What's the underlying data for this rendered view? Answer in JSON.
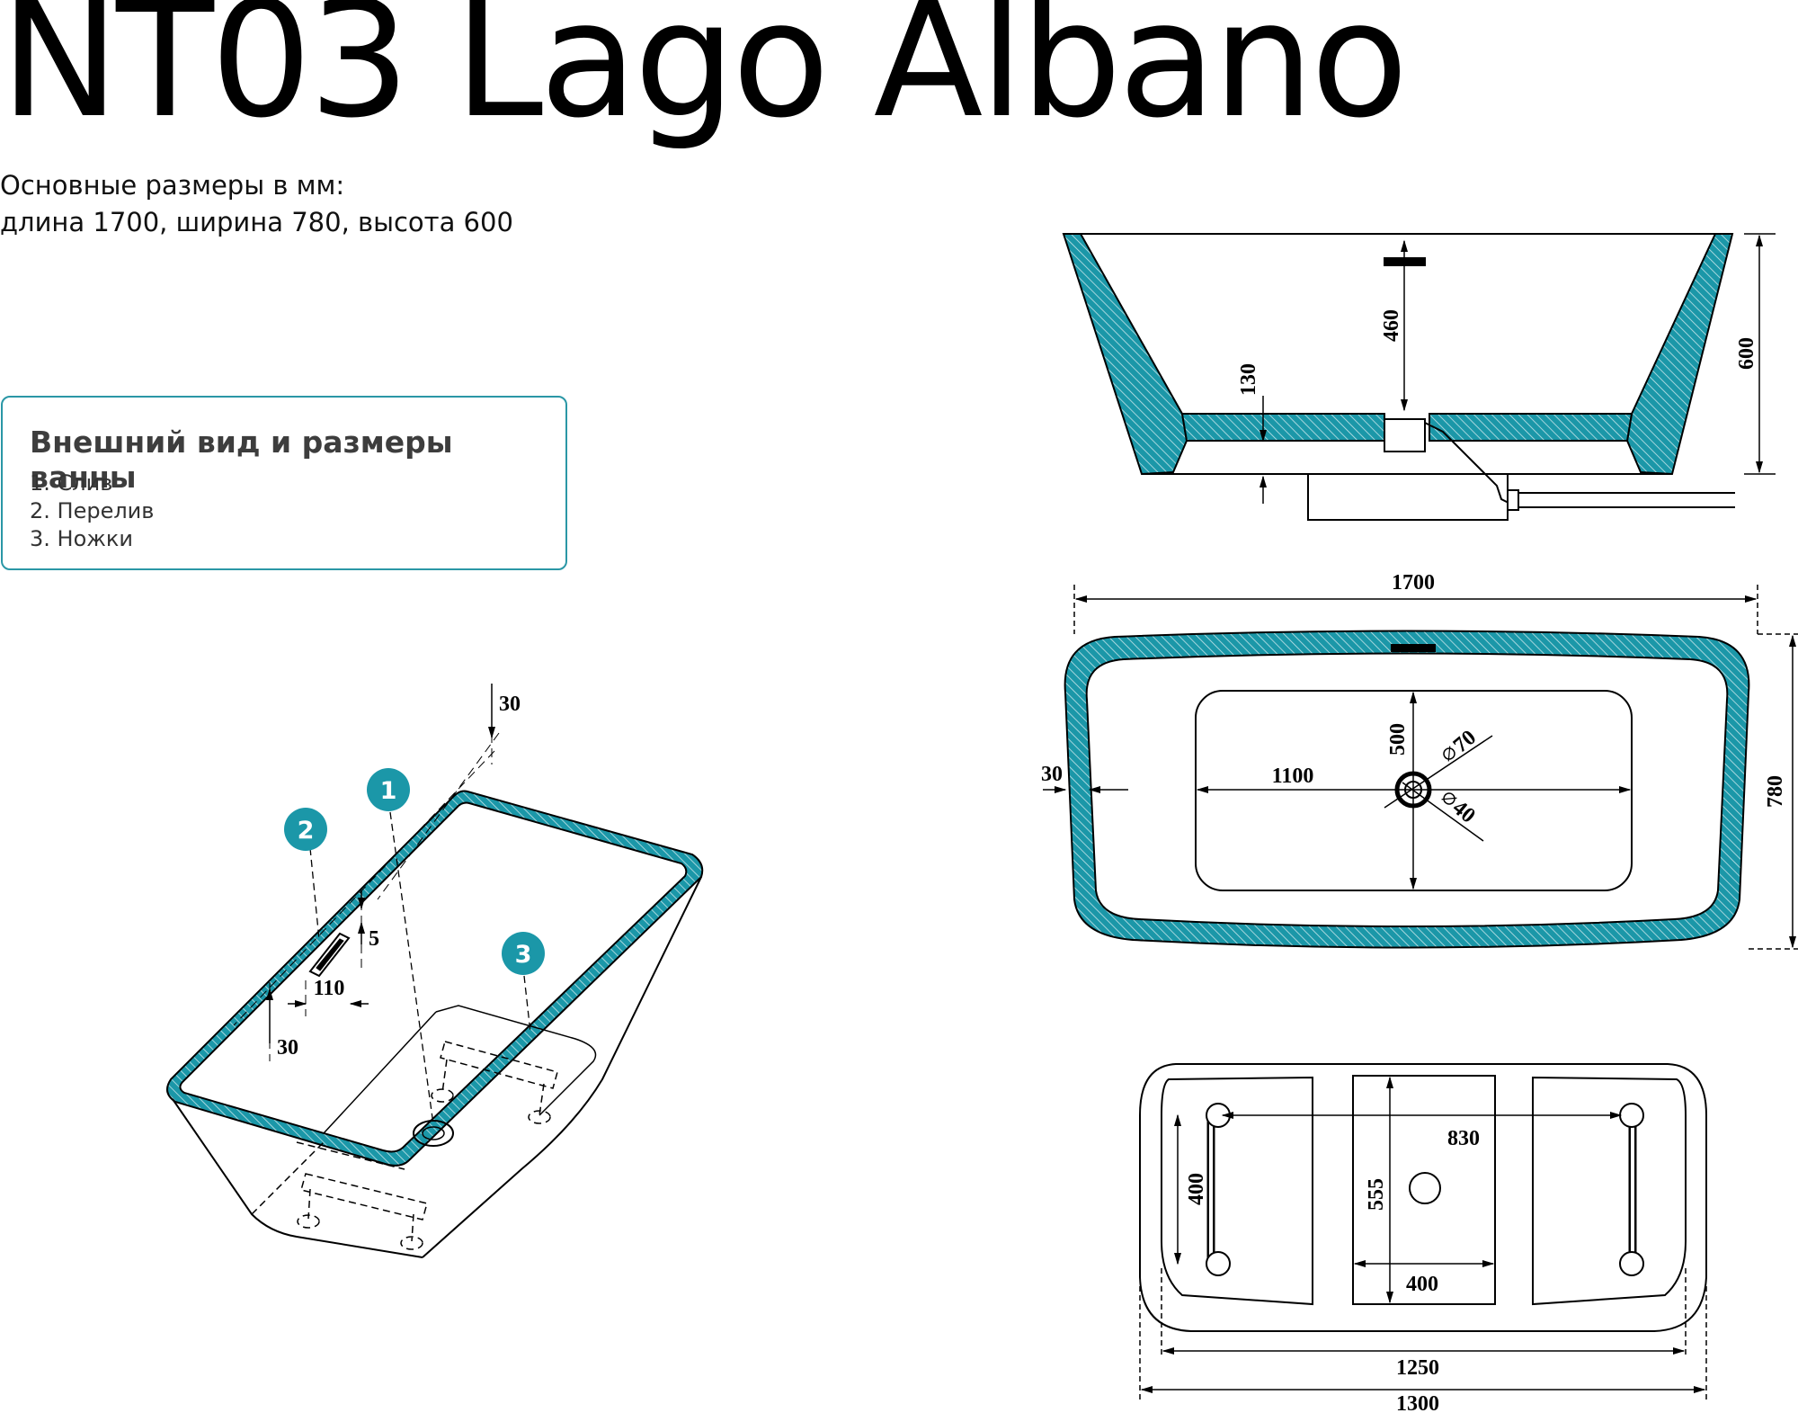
{
  "header": {
    "title": "NT03 Lago Albano",
    "subtitle_line1": "Основные размеры в мм:",
    "subtitle_line2": "длина 1700, ширина 780, высота 600"
  },
  "info_box": {
    "heading": "Внешний вид и размеры ванны",
    "items": [
      "1. Слив",
      "2. Перелив",
      "3. Ножки"
    ]
  },
  "colors": {
    "accent": "#1b97a8",
    "box_border": "#2a97a6",
    "line": "#000000"
  },
  "perspective_view": {
    "markers": [
      "1",
      "2",
      "3"
    ],
    "dims": {
      "top_offset": "30",
      "overflow_gap": "5",
      "overflow_width": "110",
      "rim_offset": "30"
    }
  },
  "side_view": {
    "dims": {
      "height": "600",
      "inner_depth": "460",
      "base_height": "130"
    }
  },
  "top_view": {
    "dims": {
      "length": "1700",
      "width": "780",
      "rim": "30",
      "inner_length": "1100",
      "inner_width": "500",
      "drain_outer": "70",
      "drain_inner": "40"
    }
  },
  "bottom_view": {
    "dims": {
      "leg_spacing": "830",
      "leg_length": "400",
      "center_height": "555",
      "center_width": "400",
      "inner_length": "1250",
      "outer_length": "1300"
    }
  }
}
